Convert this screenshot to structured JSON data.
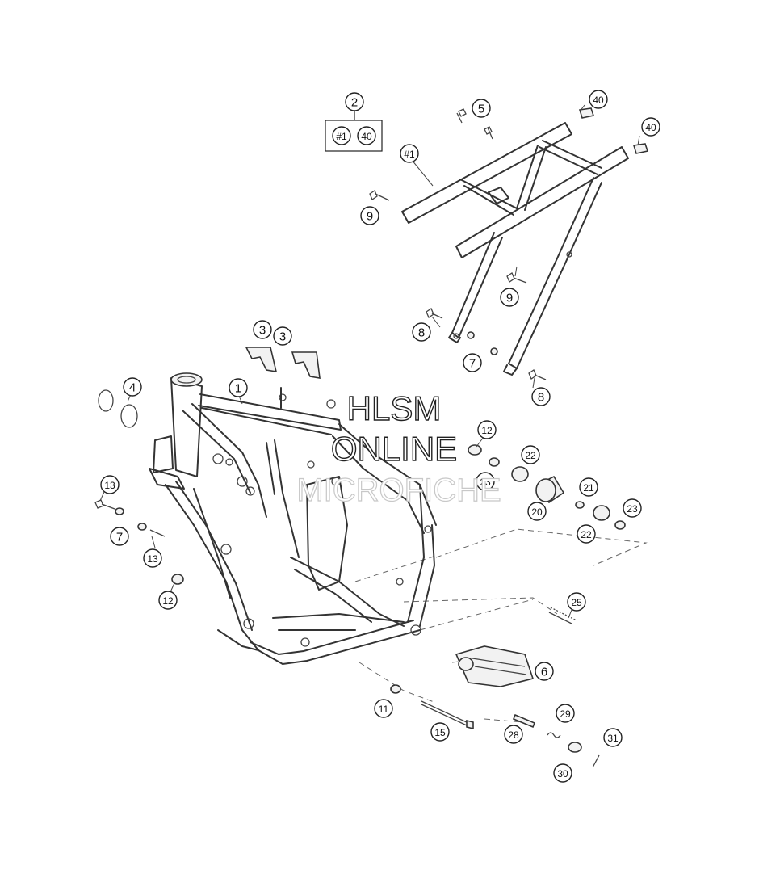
{
  "watermark": {
    "line1": "HLSM",
    "line2": "ONLINE",
    "line3": "MICROFICHE"
  },
  "kit_box": {
    "kit_number": "2",
    "contents": [
      "#1",
      "40"
    ]
  },
  "callouts": [
    {
      "id": "c-40a",
      "label": "40"
    },
    {
      "id": "c-40b",
      "label": "40"
    },
    {
      "id": "c-5",
      "label": "5"
    },
    {
      "id": "c-sub1",
      "label": "#1"
    },
    {
      "id": "c-9a",
      "label": "9"
    },
    {
      "id": "c-9b",
      "label": "9"
    },
    {
      "id": "c-8a",
      "label": "8"
    },
    {
      "id": "c-8b",
      "label": "8"
    },
    {
      "id": "c-7a",
      "label": "7"
    },
    {
      "id": "c-3a",
      "label": "3"
    },
    {
      "id": "c-3b",
      "label": "3"
    },
    {
      "id": "c-4",
      "label": "4"
    },
    {
      "id": "c-1",
      "label": "1"
    },
    {
      "id": "c-12a",
      "label": "12"
    },
    {
      "id": "c-22a",
      "label": "22"
    },
    {
      "id": "c-23a",
      "label": "23"
    },
    {
      "id": "c-21",
      "label": "21"
    },
    {
      "id": "c-20",
      "label": "20"
    },
    {
      "id": "c-23b",
      "label": "23"
    },
    {
      "id": "c-22b",
      "label": "22"
    },
    {
      "id": "c-13a",
      "label": "13"
    },
    {
      "id": "c-7b",
      "label": "7"
    },
    {
      "id": "c-13b",
      "label": "13"
    },
    {
      "id": "c-12b",
      "label": "12"
    },
    {
      "id": "c-25",
      "label": "25"
    },
    {
      "id": "c-6",
      "label": "6"
    },
    {
      "id": "c-11",
      "label": "11"
    },
    {
      "id": "c-15",
      "label": "15"
    },
    {
      "id": "c-29",
      "label": "29"
    },
    {
      "id": "c-28",
      "label": "28"
    },
    {
      "id": "c-31",
      "label": "31"
    },
    {
      "id": "c-30",
      "label": "30"
    }
  ]
}
